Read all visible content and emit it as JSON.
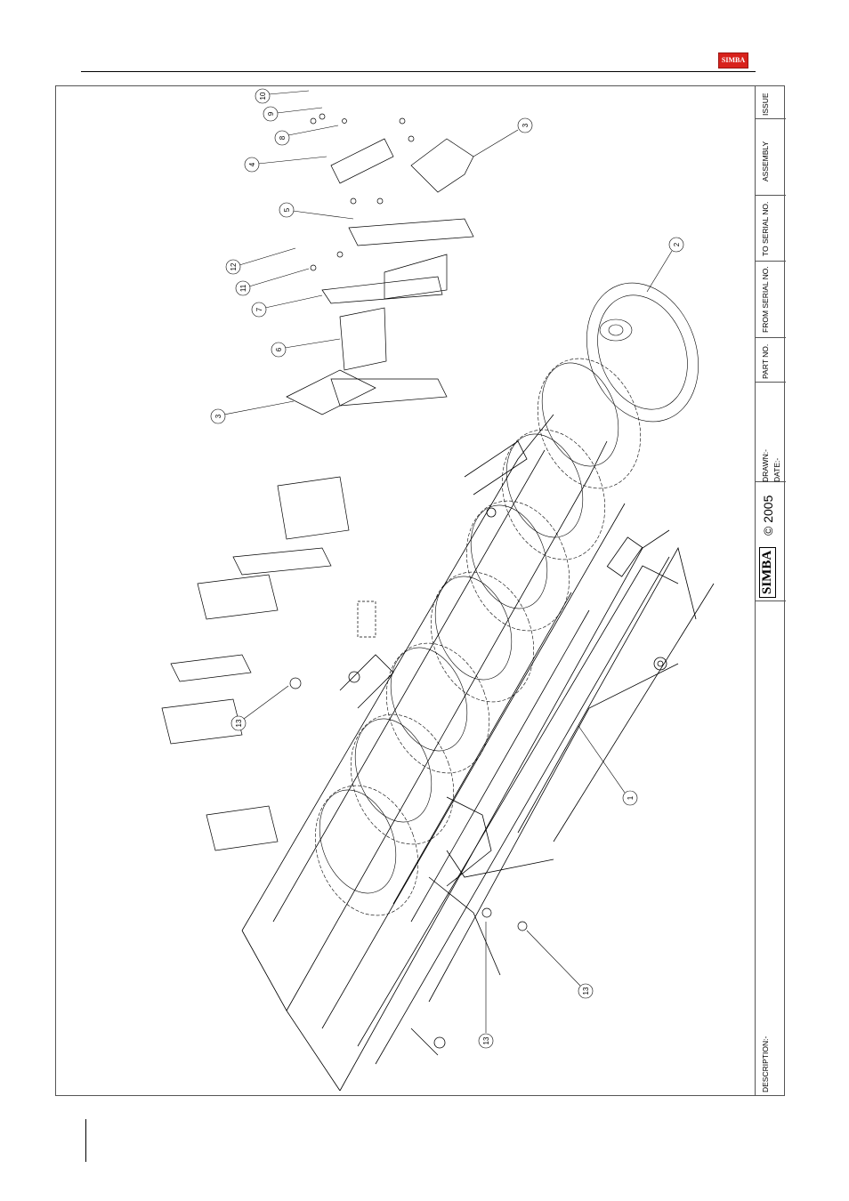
{
  "header": {
    "logo_text": "SIMBA"
  },
  "title_block": {
    "issue_label": "ISSUE",
    "assembly_label": "ASSEMBLY",
    "to_serial_label": "TO SERIAL NO.",
    "from_serial_label": "FROM SERIAL NO.",
    "part_no_label": "PART NO.",
    "drawn_label": "DRAWN:-",
    "date_label": "DATE:-",
    "copyright": "© 2005",
    "brand": "SIMBA",
    "description_label": "DESCRIPTION:-"
  },
  "callouts": {
    "c1": "1",
    "c2": "2",
    "c3a": "3",
    "c3b": "3",
    "c4": "4",
    "c5": "5",
    "c6": "6",
    "c7": "7",
    "c8": "8",
    "c9": "9",
    "c10": "10",
    "c11": "11",
    "c12": "12",
    "c13a": "13",
    "c13b": "13",
    "c13c": "13"
  },
  "colors": {
    "logo": "#d8221c",
    "line": "#000000"
  }
}
